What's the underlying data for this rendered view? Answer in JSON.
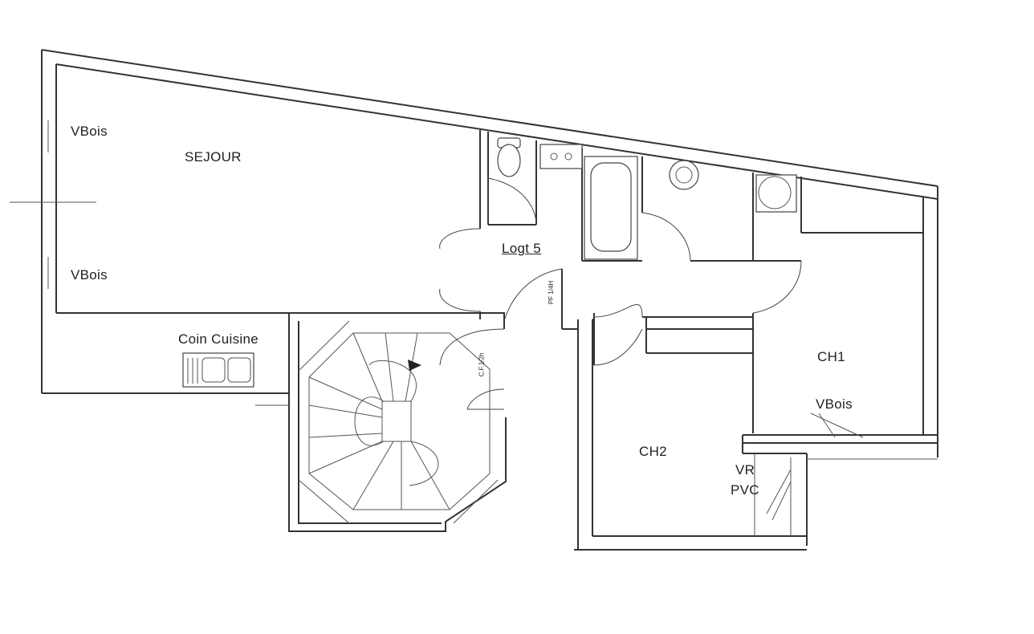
{
  "plan": {
    "unit_label": "Logt 5",
    "rooms": {
      "sejour": "SEJOUR",
      "ch1": "CH1",
      "ch2": "CH2",
      "coin_cuisine": "Coin Cuisine"
    },
    "windows": {
      "vbois_top": "VBois",
      "vbois_left": "VBois",
      "vbois_ch1": "VBois",
      "vr": "VR",
      "pvc": "PVC"
    },
    "door_notes": {
      "cf": "C.F.1/2h",
      "pf": "PF 1/4H"
    }
  }
}
